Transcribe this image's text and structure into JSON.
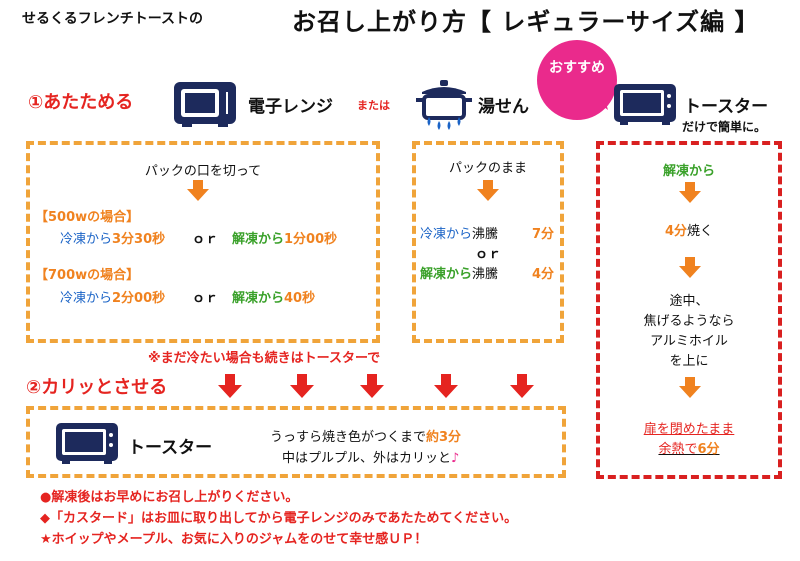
{
  "title": {
    "prefix": "せるくるフレンチトーストの",
    "main": "お召し上がり方【 レギュラーサイズ編 】"
  },
  "step1": {
    "label": "①あたためる",
    "microwave": "電子レンジ",
    "or_word": "または",
    "boil": "湯せん",
    "recommend_badge": "おすすめ",
    "toaster": "トースター",
    "toaster_sub": "だけで簡単に。"
  },
  "microwave_box": {
    "instruction": "パックの口を切って",
    "w500_header": "【500wの場合】",
    "w500_frozen_a": "冷凍から",
    "w500_frozen_b": "3分30秒",
    "or1": "ｏｒ",
    "w500_thawed_a": "解凍から",
    "w500_thawed_b": "1分00秒",
    "w700_header": "【700wの場合】",
    "w700_frozen_a": "冷凍から",
    "w700_frozen_b": "2分00秒",
    "or2": "ｏｒ",
    "w700_thawed_a": "解凍から",
    "w700_thawed_b": "40秒"
  },
  "boil_box": {
    "instruction": "パックのまま",
    "frozen_a": "冷凍から",
    "frozen_b": "沸騰",
    "frozen_c": "7分",
    "or": "ｏｒ",
    "thawed_a": "解凍から",
    "thawed_b": "沸騰",
    "thawed_c": "4分"
  },
  "note_cold": "※まだ冷たい場合も続きはトースターで",
  "toaster_box": {
    "s1": "解凍から",
    "s2a": "4分",
    "s2b": "焼く",
    "s3": "途中、",
    "s4": "焦げるようなら",
    "s5": "アルミホイル",
    "s6": "を上に",
    "s7": "扉を閉めたまま",
    "s8a": "余熱で",
    "s8b": "6分"
  },
  "step2": {
    "label": "②カリッとさせる",
    "toaster": "トースター",
    "line1a": "うっすら焼き色がつくまで",
    "line1b": "約3分",
    "line2": "中はプルプル、外はカリッと",
    "note_icon": "♪"
  },
  "footer": {
    "line1": "●解凍後はお早めにお召し上がりください。",
    "line2": "◆「カスタード」はお皿に取り出してから電子レンジのみであたためてください。",
    "line3": "★ホイップやメープル、お気に入りのジャムをのせて幸せ感ＵＰ！"
  },
  "colors": {
    "navy": "#1d2a5c",
    "red": "#e52420",
    "orange": "#f0821f",
    "dashed_orange": "#f0a43a",
    "green": "#3aa12a",
    "blue": "#1a63c6",
    "pink": "#ea2a8c"
  }
}
